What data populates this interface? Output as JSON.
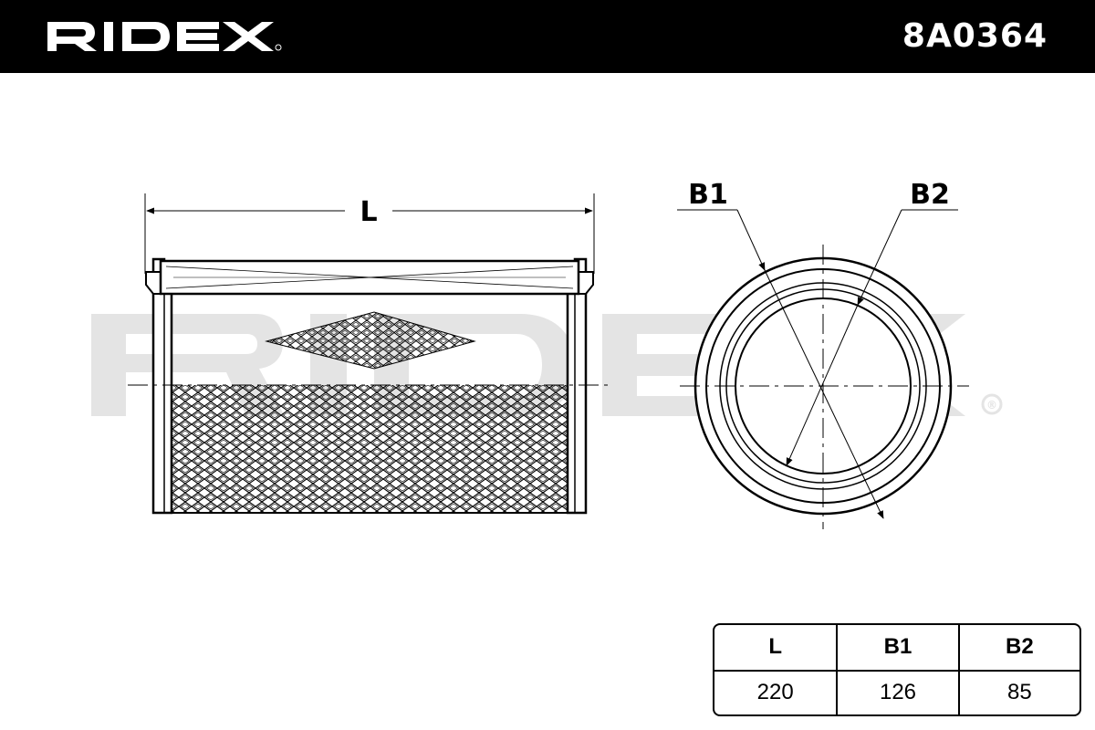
{
  "header": {
    "brand": "RIDEX",
    "part_number": "8A0364"
  },
  "watermark": {
    "text": "RIDEX",
    "registered_symbol": "®"
  },
  "drawing": {
    "length_label": "L",
    "b1_label": "B1",
    "b2_label": "B2"
  },
  "dimensions": {
    "headers": [
      "L",
      "B1",
      "B2"
    ],
    "values": [
      "220",
      "126",
      "85"
    ]
  }
}
